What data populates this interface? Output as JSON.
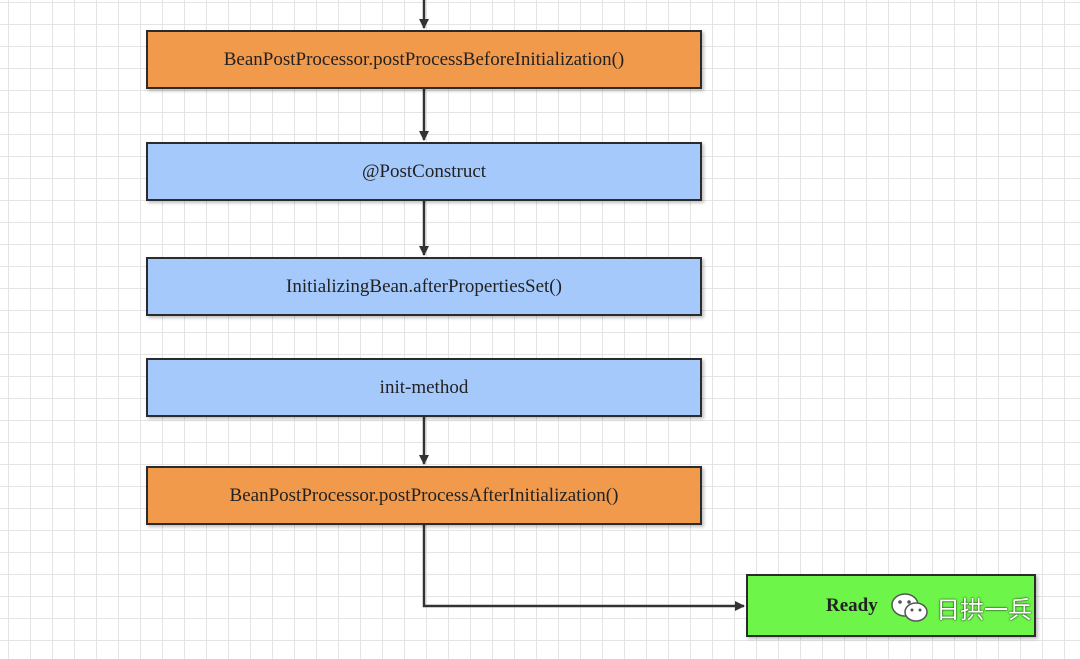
{
  "diagram": {
    "nodes": {
      "before_init": "BeanPostProcessor.postProcessBeforeInitialization()",
      "post_construct": "@PostConstruct",
      "after_properties_set": "InitializingBean.afterPropertiesSet()",
      "init_method": "init-method",
      "after_init": "BeanPostProcessor.postProcessAfterInitialization()",
      "ready": "Ready"
    },
    "watermark": {
      "text": "日拱一兵",
      "icon": "wechat-icon"
    },
    "colors": {
      "processor": "#f19a4c",
      "lifecycle": "#a5c9fb",
      "ready": "#6ef549",
      "border": "#2b2b2b",
      "grid": "#e4e4e4"
    }
  }
}
